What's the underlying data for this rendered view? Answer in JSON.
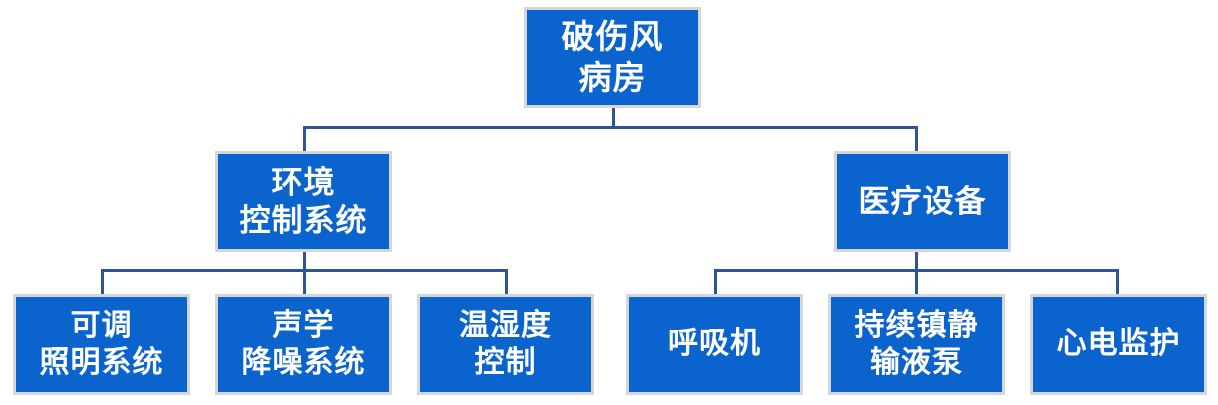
{
  "diagram": {
    "type": "organization-tree",
    "title_node": "破伤风\n病房",
    "colors": {
      "node_fill": "#0b63ce",
      "node_border": "#d6d6d6",
      "connector": "#2f5496",
      "label_text": "#ffffff",
      "background": "#ffffff"
    },
    "nodes": {
      "root": {
        "id": "root",
        "label": "破伤风\n病房",
        "level": 1
      },
      "branches": [
        {
          "id": "environment-control-system",
          "label": "环境\n控制系统",
          "level": 2,
          "children": [
            {
              "id": "adjustable-lighting-system",
              "label": "可调\n照明系统",
              "level": 3
            },
            {
              "id": "acoustic-noise-reduction-system",
              "label": "声学\n降噪系统",
              "level": 3
            },
            {
              "id": "temperature-humidity-control",
              "label": "温湿度\n控制",
              "level": 3
            }
          ]
        },
        {
          "id": "medical-equipment",
          "label": "医疗设备",
          "level": 2,
          "children": [
            {
              "id": "ventilator",
              "label": "呼吸机",
              "level": 3
            },
            {
              "id": "continuous-sedation-infusion-pump",
              "label": "持续镇静\n输液泵",
              "level": 3
            },
            {
              "id": "ecg-monitoring",
              "label": "心电监护",
              "level": 3
            }
          ]
        }
      ]
    }
  }
}
